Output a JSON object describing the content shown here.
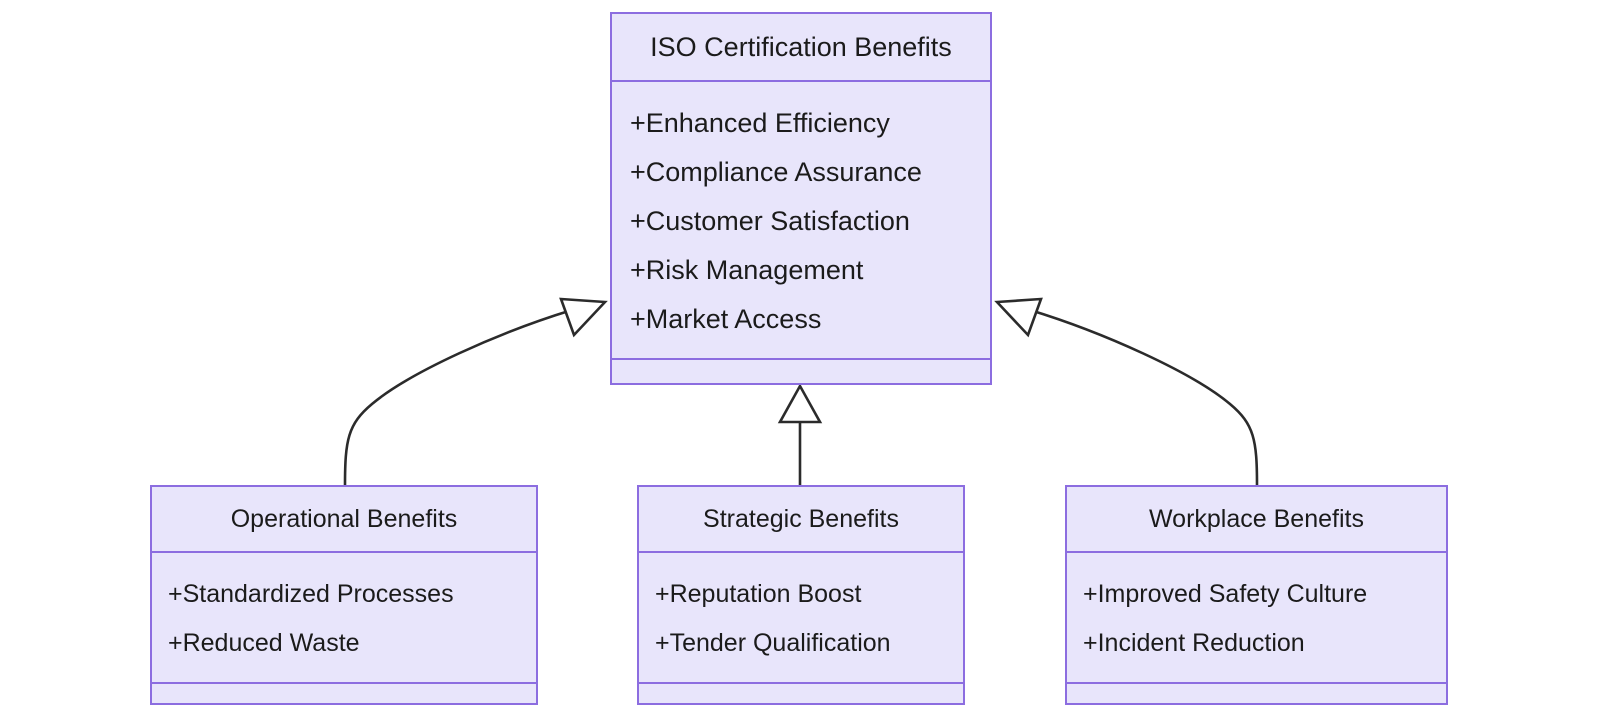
{
  "diagram": {
    "kind": "uml-class-diagram",
    "relationship": "generalization",
    "colors": {
      "node_fill": "#e8e5fb",
      "node_border": "#8c6de0",
      "text": "#1b1b1b",
      "edge": "#2b2b2b",
      "canvas": "#ffffff"
    },
    "root": {
      "title": "ISO Certification Benefits",
      "attributes": [
        "+Enhanced Efficiency",
        "+Compliance Assurance",
        "+Customer Satisfaction",
        "+Risk Management",
        "+Market Access"
      ],
      "methods": []
    },
    "children": [
      {
        "title": "Operational Benefits",
        "attributes": [
          "+Standardized Processes",
          "+Reduced Waste"
        ],
        "methods": []
      },
      {
        "title": "Strategic Benefits",
        "attributes": [
          "+Reputation Boost",
          "+Tender Qualification"
        ],
        "methods": []
      },
      {
        "title": "Workplace Benefits",
        "attributes": [
          "+Improved Safety Culture",
          "+Incident Reduction"
        ],
        "methods": []
      }
    ],
    "edges": [
      {
        "from": "Operational Benefits",
        "to": "ISO Certification Benefits",
        "type": "generalization",
        "arrow": "hollow-triangle"
      },
      {
        "from": "Strategic Benefits",
        "to": "ISO Certification Benefits",
        "type": "generalization",
        "arrow": "hollow-triangle"
      },
      {
        "from": "Workplace Benefits",
        "to": "ISO Certification Benefits",
        "type": "generalization",
        "arrow": "hollow-triangle"
      }
    ]
  }
}
